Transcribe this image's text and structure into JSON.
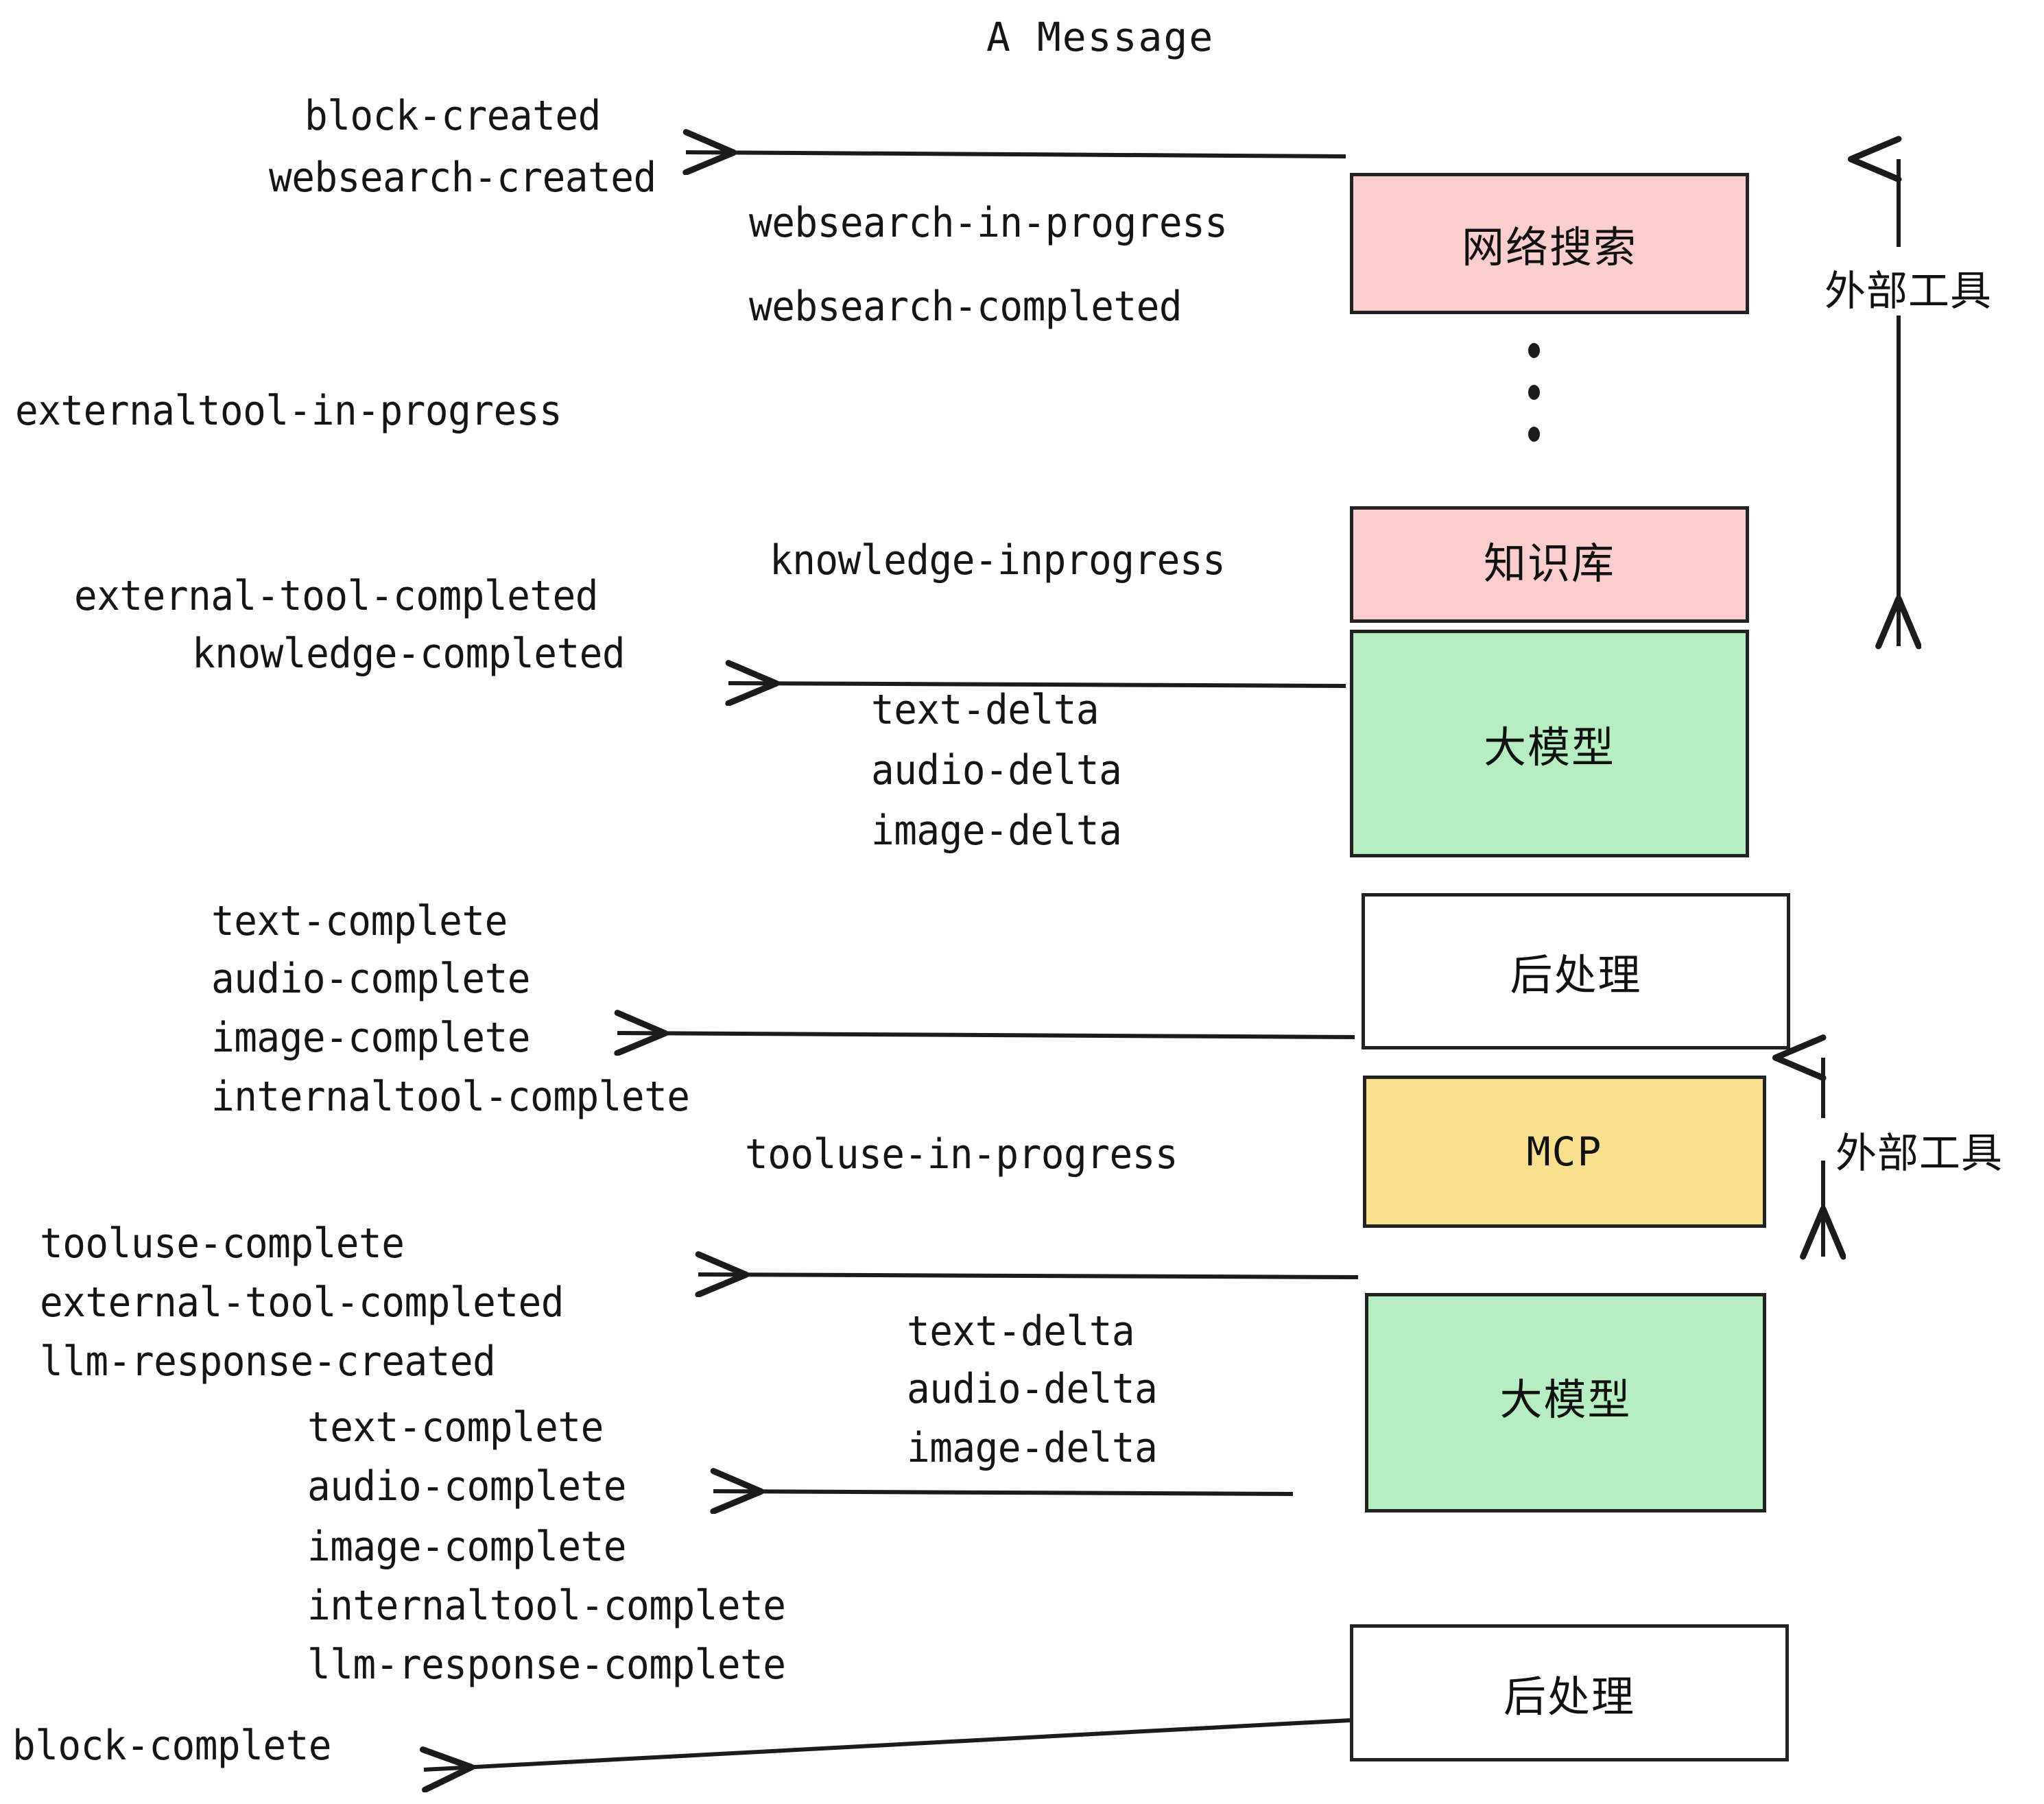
{
  "diagram": {
    "title": "A Message",
    "groups": [
      {
        "id": "external-tools-top",
        "label": "外部工具"
      },
      {
        "id": "external-tools-bottom",
        "label": "外部工具"
      }
    ],
    "colors": {
      "pink": "#fbcdcd",
      "green": "#b5eec1",
      "yellow": "#f9e08e",
      "white": "#ffffff",
      "stroke": "#222222",
      "text": "#151515"
    },
    "boxes": [
      {
        "id": "websearch",
        "label": "网络搜索",
        "fill": "pink"
      },
      {
        "id": "knowledgebase",
        "label": "知识库",
        "fill": "pink"
      },
      {
        "id": "llm-1",
        "label": "大模型",
        "fill": "green"
      },
      {
        "id": "postprocess-1",
        "label": "后处理",
        "fill": "white"
      },
      {
        "id": "mcp",
        "label": "MCP",
        "fill": "yellow"
      },
      {
        "id": "llm-2",
        "label": "大模型",
        "fill": "green"
      },
      {
        "id": "postprocess-2",
        "label": "后处理",
        "fill": "white"
      }
    ],
    "events": [
      {
        "id": "block-created",
        "text": "block-created"
      },
      {
        "id": "websearch-created",
        "text": "websearch-created"
      },
      {
        "id": "websearch-in-progress",
        "text": "websearch-in-progress"
      },
      {
        "id": "websearch-completed",
        "text": "websearch-completed"
      },
      {
        "id": "externaltool-in-progress",
        "text": "externaltool-in-progress"
      },
      {
        "id": "knowledge-inprogress",
        "text": "knowledge-inprogress"
      },
      {
        "id": "external-tool-completed-1",
        "text": "external-tool-completed"
      },
      {
        "id": "knowledge-completed",
        "text": "knowledge-completed"
      },
      {
        "id": "text-delta-1",
        "text": "text-delta"
      },
      {
        "id": "audio-delta-1",
        "text": "audio-delta"
      },
      {
        "id": "image-delta-1",
        "text": "image-delta"
      },
      {
        "id": "text-complete-1",
        "text": "text-complete"
      },
      {
        "id": "audio-complete-1",
        "text": "audio-complete"
      },
      {
        "id": "image-complete-1",
        "text": "image-complete"
      },
      {
        "id": "internaltool-complete-1",
        "text": "internaltool-complete"
      },
      {
        "id": "tooluse-in-progress",
        "text": "tooluse-in-progress"
      },
      {
        "id": "tooluse-complete",
        "text": "tooluse-complete"
      },
      {
        "id": "external-tool-completed-2",
        "text": "external-tool-completed"
      },
      {
        "id": "llm-response-created",
        "text": "llm-response-created"
      },
      {
        "id": "text-delta-2",
        "text": "text-delta"
      },
      {
        "id": "audio-delta-2",
        "text": "audio-delta"
      },
      {
        "id": "image-delta-2",
        "text": "image-delta"
      },
      {
        "id": "text-complete-2",
        "text": "text-complete"
      },
      {
        "id": "audio-complete-2",
        "text": "audio-complete"
      },
      {
        "id": "image-complete-2",
        "text": "image-complete"
      },
      {
        "id": "internaltool-complete-2",
        "text": "internaltool-complete"
      },
      {
        "id": "llm-response-complete",
        "text": "llm-response-complete"
      },
      {
        "id": "block-complete",
        "text": "block-complete"
      }
    ]
  }
}
